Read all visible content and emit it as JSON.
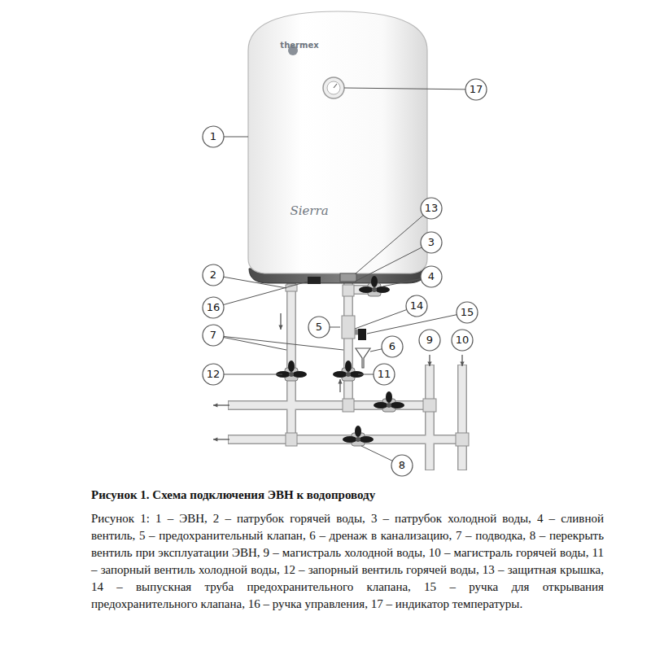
{
  "diagram": {
    "title": "Рисунок 1. Схема подключения ЭВН к водопроводу",
    "caption": "Рисунок 1: 1 – ЭВН, 2 – патрубок горячей воды, 3 – патрубок холодной воды, 4 – сливной вентиль, 5 – предохранительный клапан, 6 – дренаж в канализацию, 7 – подводка, 8 – перекрыть вентиль при эксплуатации ЭВН, 9 – магистраль холодной воды, 10 – магистраль горячей воды, 11 – запорный вентиль холодной воды, 12 – запорный вентиль горячей воды, 13 – защитная крышка, 14 – выпускная труба предохранительного клапана, 15 – ручка для открывания предохранительного клапана, 16 – ручка управления, 17 – индикатор температуры.",
    "labels": [
      "thermex",
      "Sierra",
      "17",
      "1",
      "13",
      "3",
      "2",
      "4",
      "16",
      "14",
      "15",
      "5",
      "7",
      "6",
      "9",
      "10",
      "12",
      "11",
      "8"
    ]
  }
}
